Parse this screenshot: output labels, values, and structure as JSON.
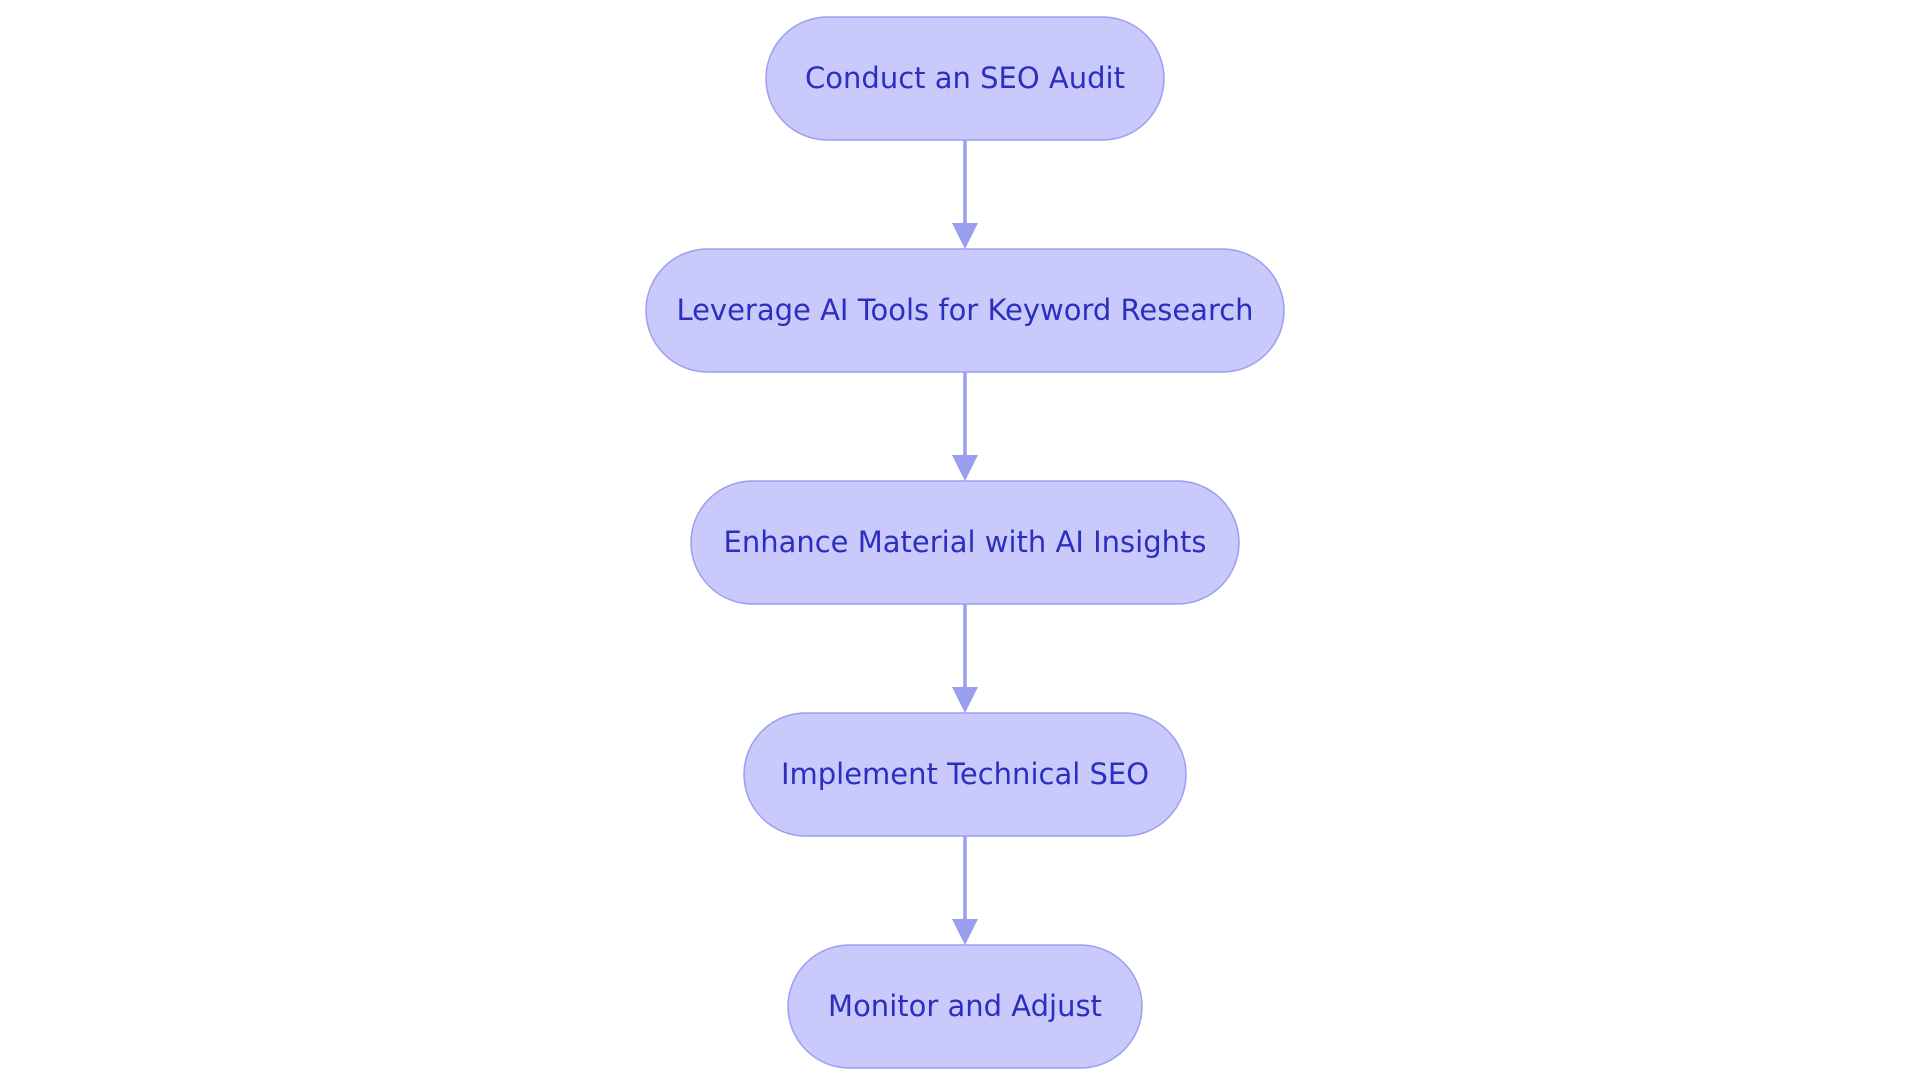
{
  "diagram": {
    "type": "flowchart",
    "direction": "top-to-bottom",
    "nodes": [
      {
        "id": "n1",
        "label": "Conduct an SEO Audit"
      },
      {
        "id": "n2",
        "label": "Leverage AI Tools for Keyword Research"
      },
      {
        "id": "n3",
        "label": "Enhance Material with AI Insights"
      },
      {
        "id": "n4",
        "label": "Implement Technical SEO"
      },
      {
        "id": "n5",
        "label": "Monitor and Adjust"
      }
    ],
    "edges": [
      {
        "from": "n1",
        "to": "n2"
      },
      {
        "from": "n2",
        "to": "n3"
      },
      {
        "from": "n3",
        "to": "n4"
      },
      {
        "from": "n4",
        "to": "n5"
      }
    ]
  },
  "colors": {
    "node_fill": "#c9cafb",
    "node_stroke": "#9a9eee",
    "label_text": "#2b2fc0",
    "edge": "#9a9eee",
    "background": "#ffffff"
  }
}
